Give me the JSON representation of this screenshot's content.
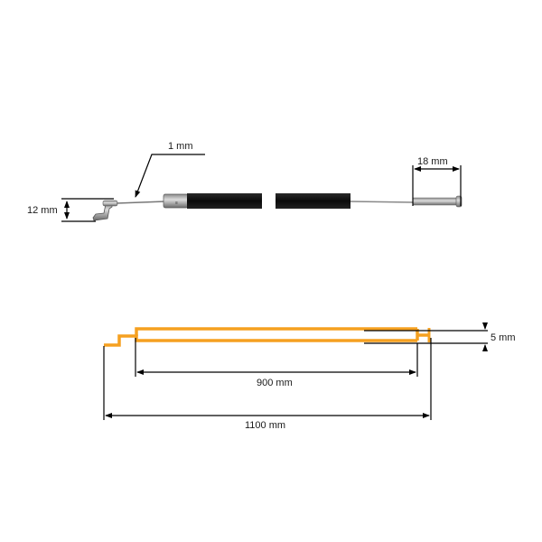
{
  "diagram": {
    "title": "",
    "photo_view": {
      "labels": {
        "wire_diameter": "1 mm",
        "bracket_height": "12 mm",
        "end_fitting_length": "18 mm"
      }
    },
    "schematic_view": {
      "labels": {
        "sheath_length": "900 mm",
        "total_length": "1100 mm",
        "cable_height": "5 mm"
      },
      "colors": {
        "cable": "#F5A020",
        "dimension": "#000000"
      }
    }
  }
}
